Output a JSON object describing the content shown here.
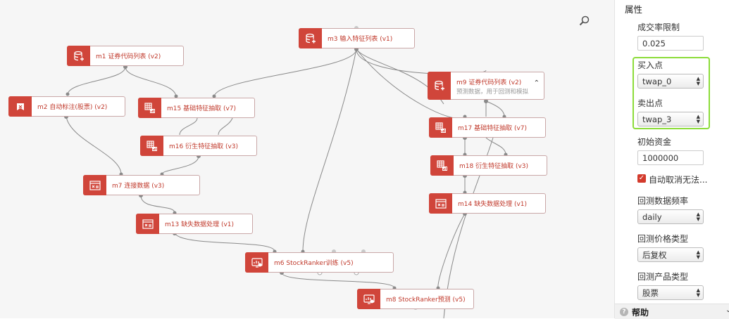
{
  "canvas": {
    "nodes": [
      {
        "id": "m1",
        "label": "m1 证券代码列表 (v2)",
        "icon": "database-icon"
      },
      {
        "id": "m3",
        "label": "m3 输入特征列表 (v1)",
        "icon": "database-icon"
      },
      {
        "id": "m2",
        "label": "m2 自动标注(股票) (v2)",
        "icon": "tag-icon"
      },
      {
        "id": "m15",
        "label": "m15 基础特征抽取 (v7)",
        "icon": "grid-icon"
      },
      {
        "id": "m16",
        "label": "m16 衍生特征抽取 (v3)",
        "icon": "grid-icon"
      },
      {
        "id": "m7",
        "label": "m7 连接数据 (v3)",
        "icon": "tools-icon"
      },
      {
        "id": "m13",
        "label": "m13 缺失数据处理 (v1)",
        "icon": "tools-icon"
      },
      {
        "id": "m9",
        "label": "m9 证券代码列表 (v2)",
        "sublabel": "预测数据，用于回测和模拟",
        "icon": "database-icon"
      },
      {
        "id": "m17",
        "label": "m17 基础特征抽取 (v7)",
        "icon": "grid-icon"
      },
      {
        "id": "m18",
        "label": "m18 衍生特征抽取 (v3)",
        "icon": "grid-icon"
      },
      {
        "id": "m14",
        "label": "m14 缺失数据处理 (v1)",
        "icon": "tools-icon"
      },
      {
        "id": "m6",
        "label": "m6 StockRanker训练 (v5)",
        "icon": "chart-icon"
      },
      {
        "id": "m8",
        "label": "m8 StockRanker预测 (v5)",
        "icon": "chart-icon"
      }
    ]
  },
  "panel": {
    "title": "属性",
    "fields": {
      "rate_limit": {
        "label": "成交率限制",
        "value": "0.025"
      },
      "buy_point": {
        "label": "买入点",
        "value": "twap_0"
      },
      "sell_point": {
        "label": "卖出点",
        "value": "twap_3"
      },
      "initial_capital": {
        "label": "初始资金",
        "value": "1000000"
      },
      "auto_cancel": {
        "label": "自动取消无法...",
        "checked": true
      },
      "freq": {
        "label": "回测数据频率",
        "value": "daily"
      },
      "price_type": {
        "label": "回测价格类型",
        "value": "后复权"
      },
      "product_type": {
        "label": "回测产品类型",
        "value": "股票"
      }
    },
    "help": {
      "label": "帮助"
    }
  },
  "colors": {
    "accent": "#d0453a",
    "highlight": "#8cdc3a"
  }
}
